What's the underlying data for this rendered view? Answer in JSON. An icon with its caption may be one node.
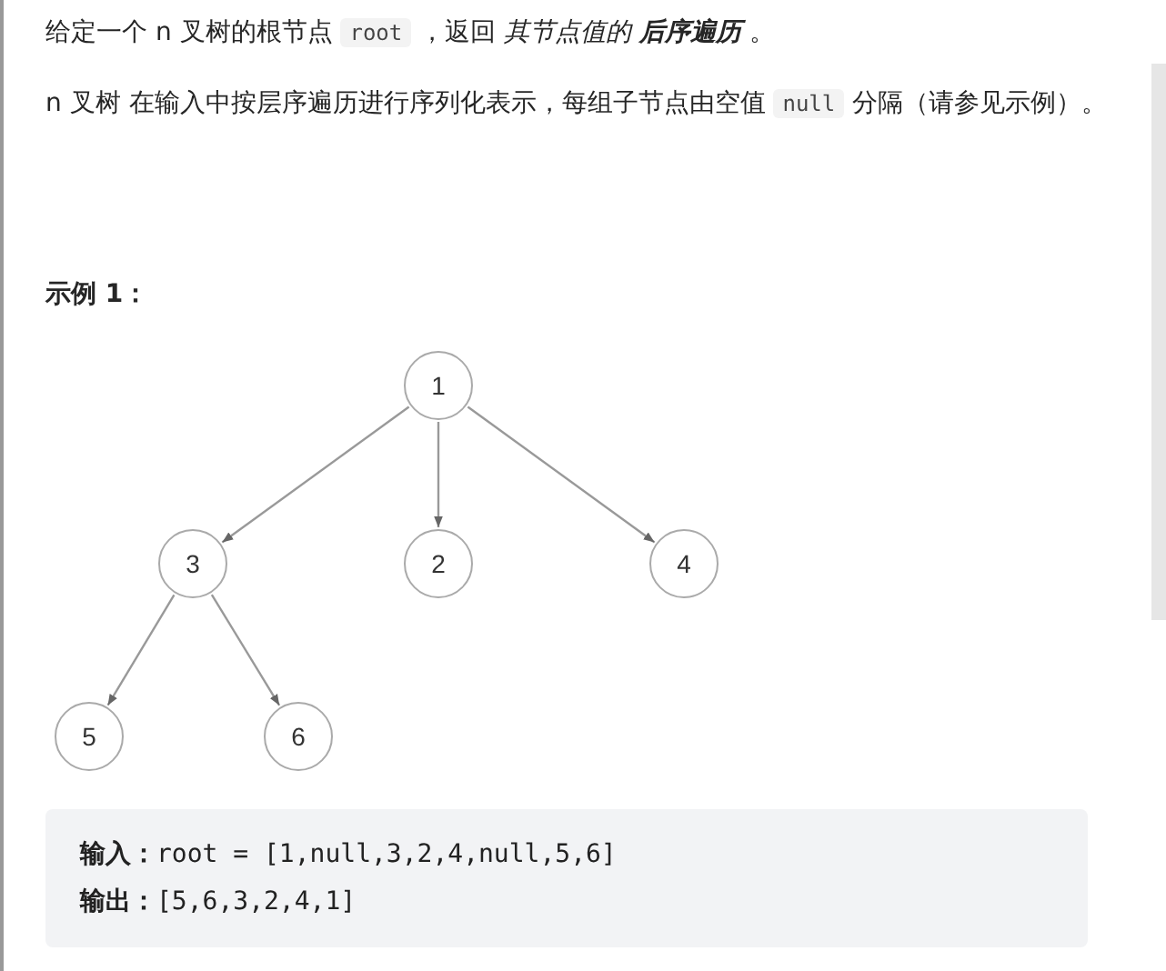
{
  "diagram": {
    "nodes": [
      {
        "text": [
          "1"
        ]
      },
      {
        "text": [
          "3"
        ]
      },
      {
        "text": [
          "2"
        ]
      },
      {
        "text": [
          "4"
        ]
      },
      {
        "text": [
          "5"
        ]
      },
      {
        "text": [
          "6"
        ]
      }
    ],
    "edges": [
      {
        "from": 0,
        "to": 1,
        "arrow": "to"
      },
      {
        "from": 0,
        "to": 2,
        "arrow": "to"
      },
      {
        "from": 0,
        "to": 3,
        "arrow": "to"
      },
      {
        "from": 1,
        "to": 4,
        "arrow": "to"
      },
      {
        "from": 1,
        "to": 5,
        "arrow": "to"
      }
    ],
    "labels": [
      "给定一个 n 叉树的根节点",
      "root",
      "，返回",
      "其节点值的",
      "后序遍历",
      "。",
      "n 叉树 在输入中按层序遍历进行序列化表示，每组子节点由空值",
      "null",
      "分隔（请参见示例）。",
      "示例 1：",
      "**输入：**root = [1,null,3,2,4,null,5,6]",
      "**输出：**[5,6,3,2,4,1]"
    ]
  }
}
